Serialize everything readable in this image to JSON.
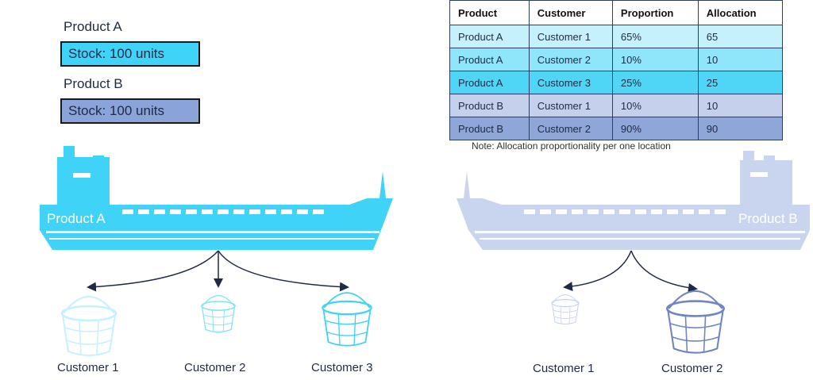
{
  "products": [
    {
      "name": "Product A",
      "stock": "Stock: 100 units",
      "color": "#3fd3f7"
    },
    {
      "name": "Product B",
      "stock": "Stock: 100 units",
      "color": "#8aa3d8"
    }
  ],
  "table": {
    "headers": [
      "Product",
      "Customer",
      "Proportion",
      "Allocation"
    ],
    "rows": [
      {
        "cells": [
          "Product A",
          "Customer 1",
          "65%",
          "65"
        ],
        "color": "#c5f1fc"
      },
      {
        "cells": [
          "Product A",
          "Customer 2",
          "10%",
          "10"
        ],
        "color": "#8fe5fa"
      },
      {
        "cells": [
          "Product A",
          "Customer 3",
          "25%",
          "25"
        ],
        "color": "#4fd6f7"
      },
      {
        "cells": [
          "Product B",
          "Customer 1",
          "10%",
          "10"
        ],
        "color": "#c5d1ec"
      },
      {
        "cells": [
          "Product B",
          "Customer 2",
          "90%",
          "90"
        ],
        "color": "#8ea6d8"
      }
    ]
  },
  "note": "Note: Allocation proportionality per one location",
  "ship_a": {
    "label": "Product A",
    "color": "#3fd3f7"
  },
  "ship_b": {
    "label": "Product B",
    "color": "#c9d5ee"
  },
  "customers_a": [
    "Customer 1",
    "Customer 2",
    "Customer 3"
  ],
  "customers_b": [
    "Customer 1",
    "Customer 2"
  ]
}
